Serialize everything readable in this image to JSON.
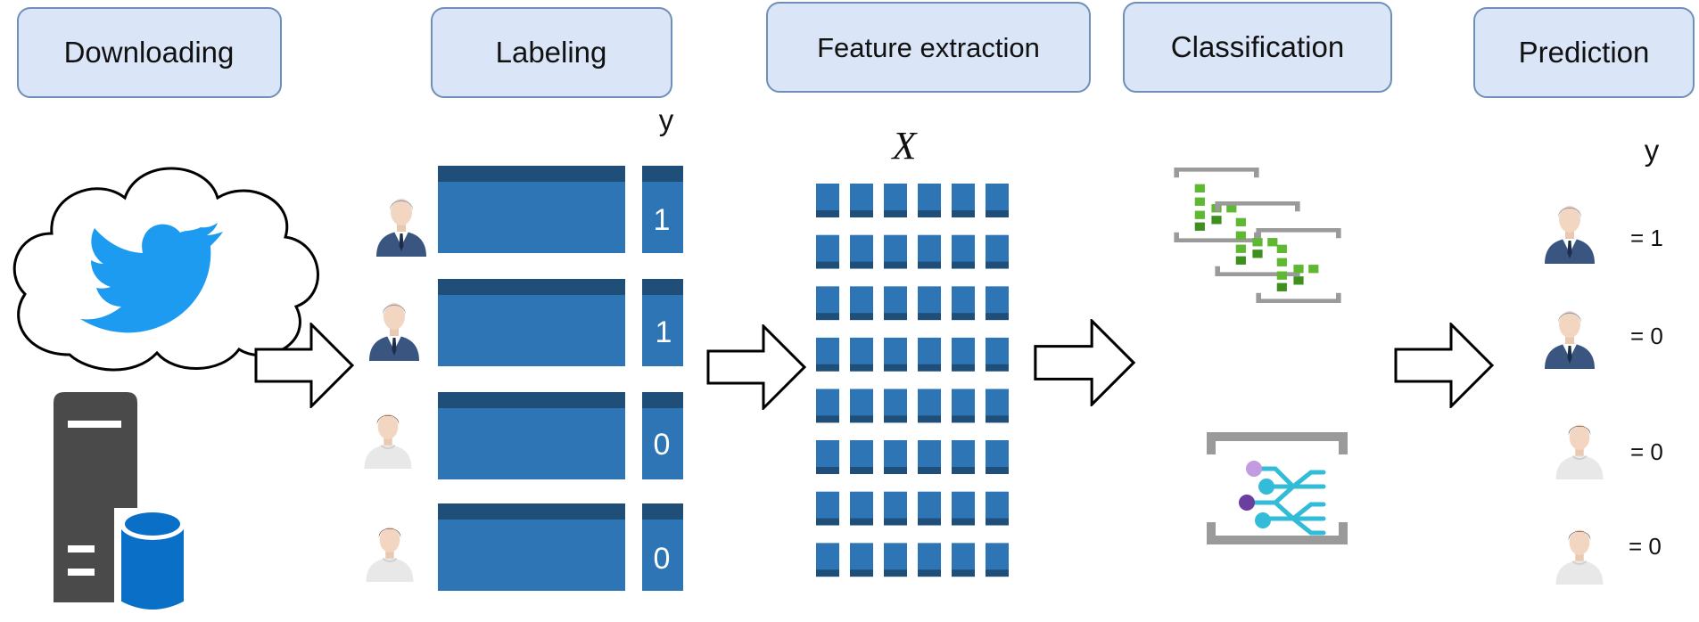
{
  "stages": [
    {
      "label": "Downloading"
    },
    {
      "label": "Labeling"
    },
    {
      "label": "Feature extraction"
    },
    {
      "label": "Classification"
    },
    {
      "label": "Prediction"
    }
  ],
  "labeling": {
    "target_symbol": "y",
    "users": [
      {
        "type": "suit",
        "label": "1"
      },
      {
        "type": "suit",
        "label": "1"
      },
      {
        "type": "casual",
        "label": "0"
      },
      {
        "type": "casual",
        "label": "0"
      }
    ]
  },
  "feature_extraction": {
    "matrix_symbol": "X",
    "rows": 8,
    "cols": 6
  },
  "prediction": {
    "target_symbol": "y",
    "results": [
      {
        "type": "suit",
        "text": "= 1"
      },
      {
        "type": "suit",
        "text": "= 0"
      },
      {
        "type": "casual",
        "text": "= 0"
      },
      {
        "type": "casual",
        "text": "= 0"
      }
    ]
  },
  "colors": {
    "stage_fill": "#dae6f8",
    "stage_stroke": "#6f8fb8",
    "data_blue": "#2e75b6",
    "data_dark": "#1f4e79",
    "twitter_blue": "#1d9bf0",
    "server_gray": "#4a4a4a",
    "db_blue": "#0a6fc6",
    "icon_green": "#5fb832",
    "icon_gray": "#9a9a9a"
  },
  "icons": [
    "cloud-icon",
    "twitter-bird-icon",
    "server-icon",
    "database-icon",
    "suit-user-icon",
    "casual-user-icon",
    "ml-model-icon",
    "decision-tree-icon",
    "arrow-right-icon"
  ]
}
